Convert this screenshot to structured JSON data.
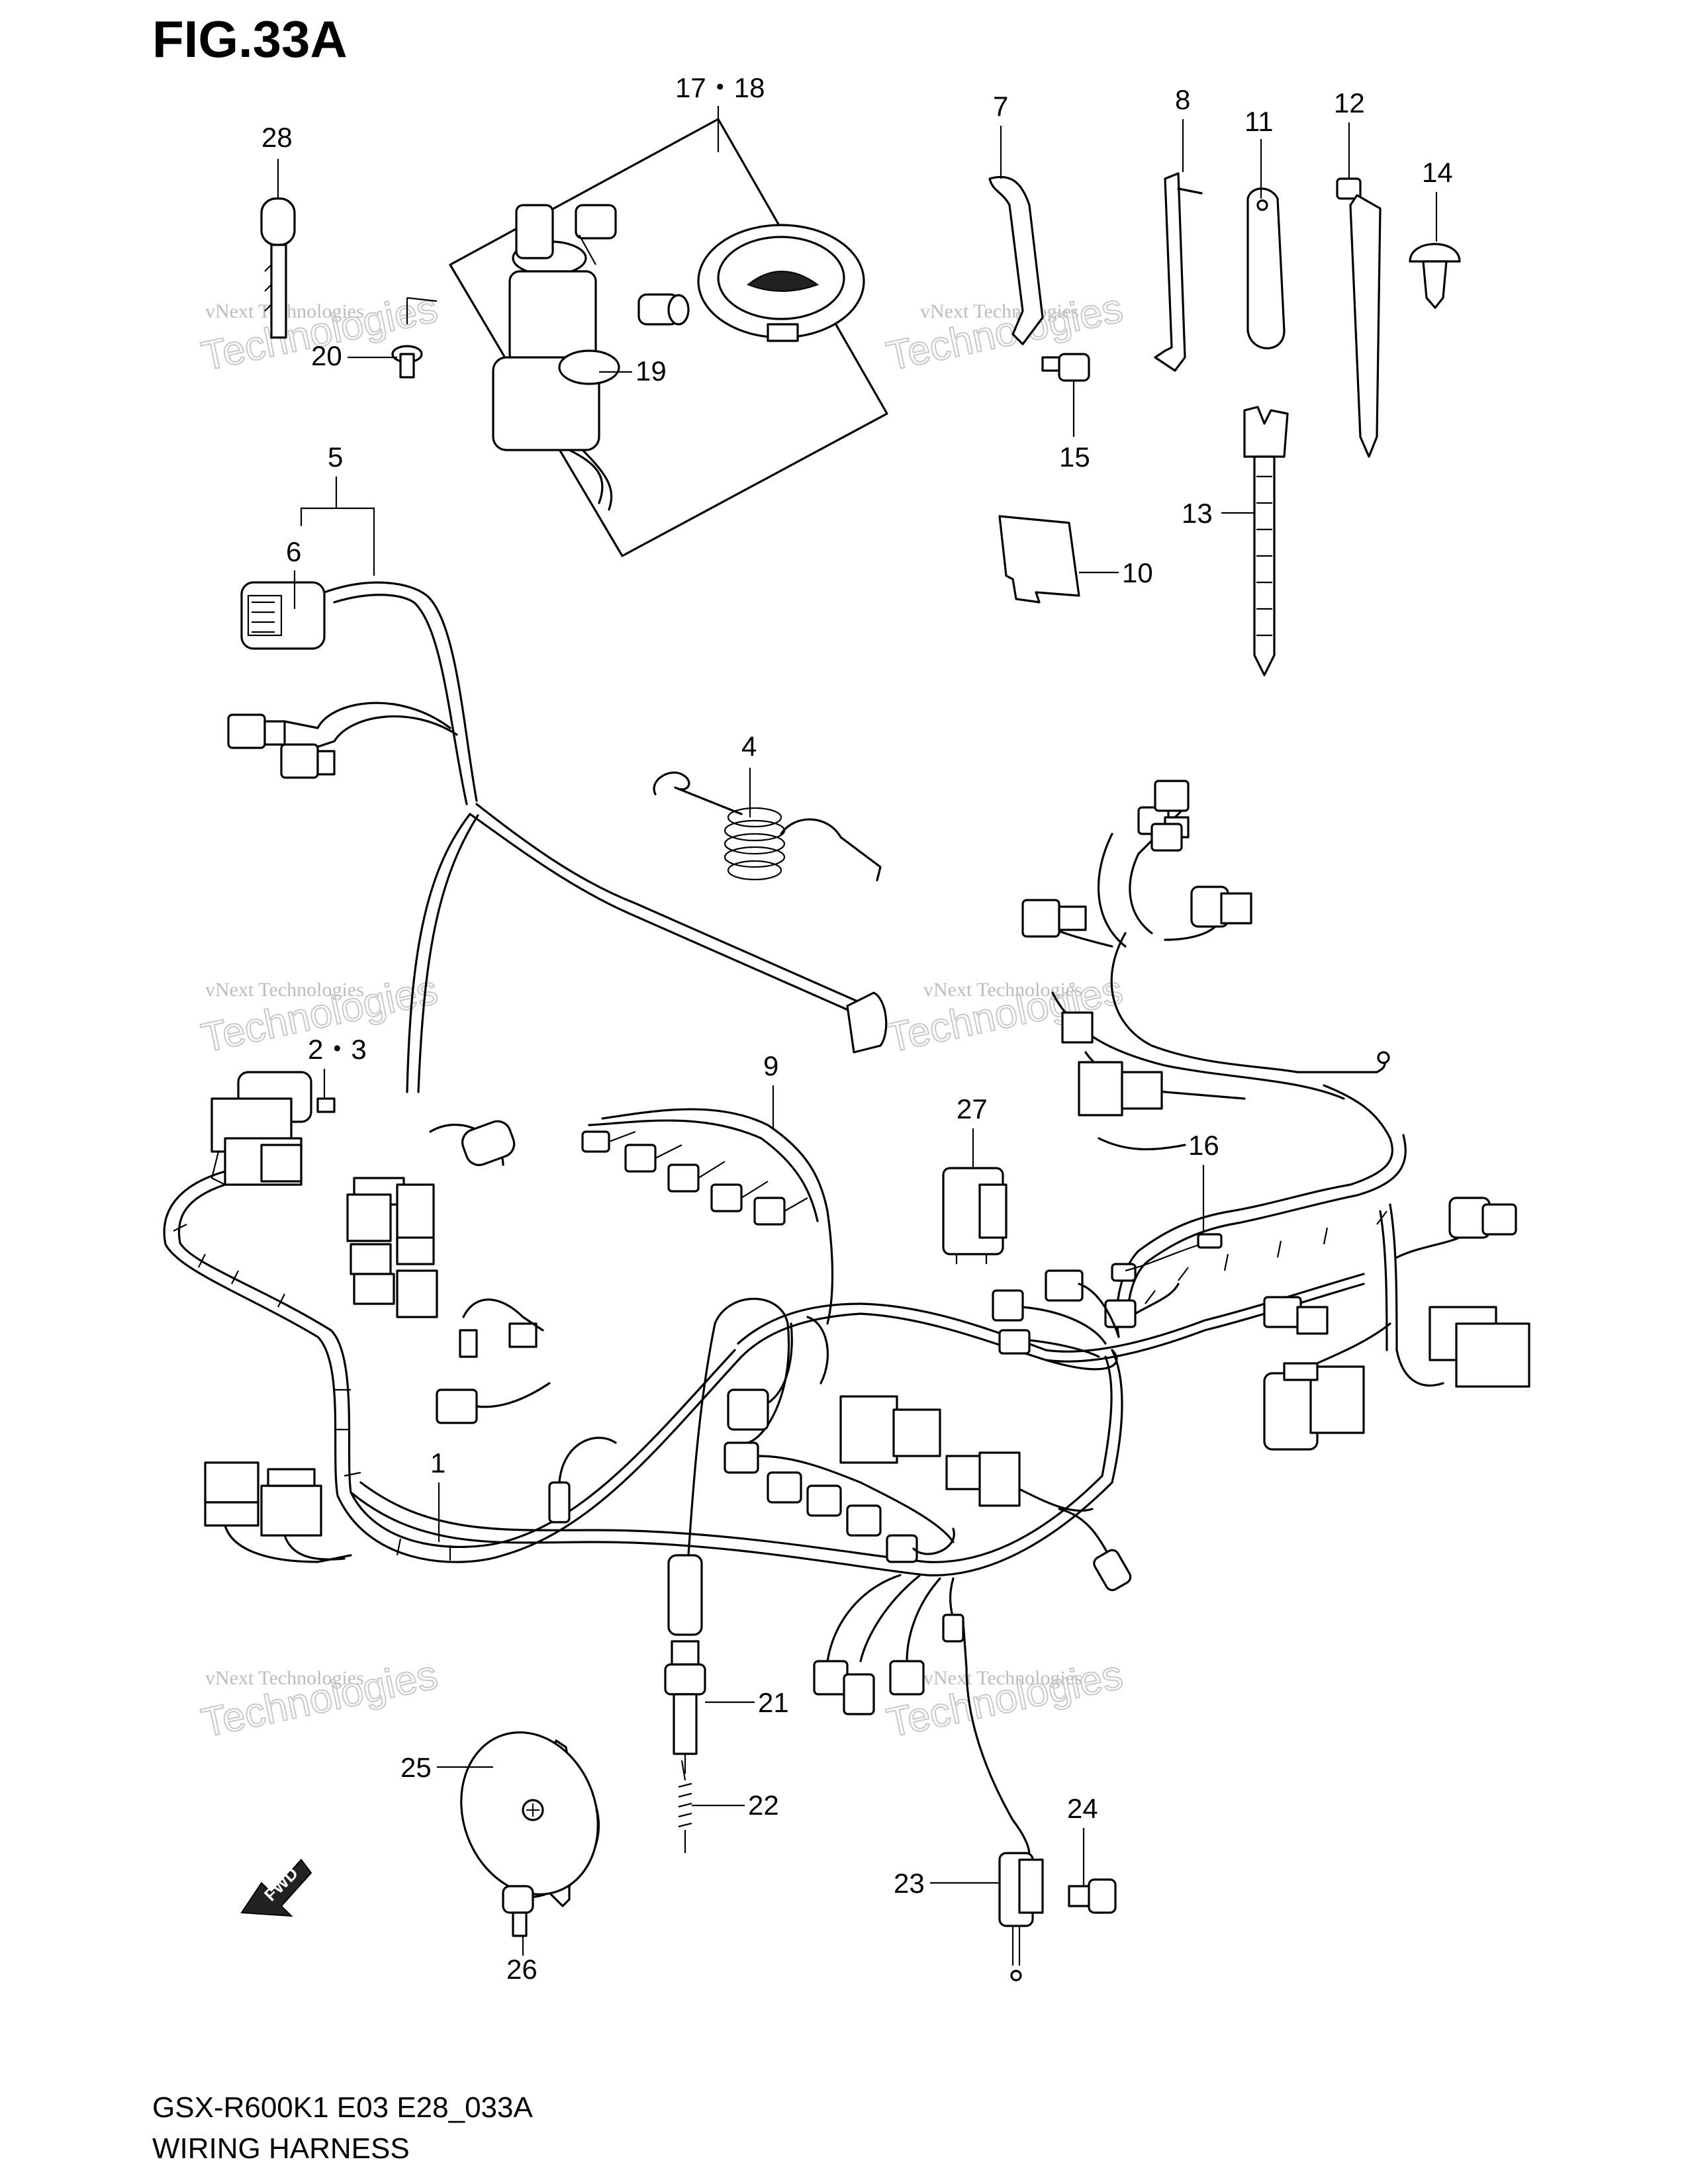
{
  "figure": {
    "title": "FIG.33A",
    "model_code": "GSX-R600K1 E03 E28_033A",
    "name": "WIRING HARNESS"
  },
  "watermark": {
    "company": "vNext Technologies",
    "brand": "vNext",
    "word": "Technologies"
  },
  "callouts": {
    "c1": "1",
    "c2_3": "2・3",
    "c4": "4",
    "c5": "5",
    "c6": "6",
    "c7": "7",
    "c8": "8",
    "c9": "9",
    "c10": "10",
    "c11": "11",
    "c12": "12",
    "c13": "13",
    "c14": "14",
    "c15": "15",
    "c16": "16",
    "c17_18": "17・18",
    "c19": "19",
    "c20": "20",
    "c21": "21",
    "c22": "22",
    "c23": "23",
    "c24": "24",
    "c25": "25",
    "c26": "26",
    "c27": "27",
    "c28": "28"
  },
  "fwd_label": "FWD",
  "icons": {
    "direction": "fwd-arrow-icon"
  }
}
